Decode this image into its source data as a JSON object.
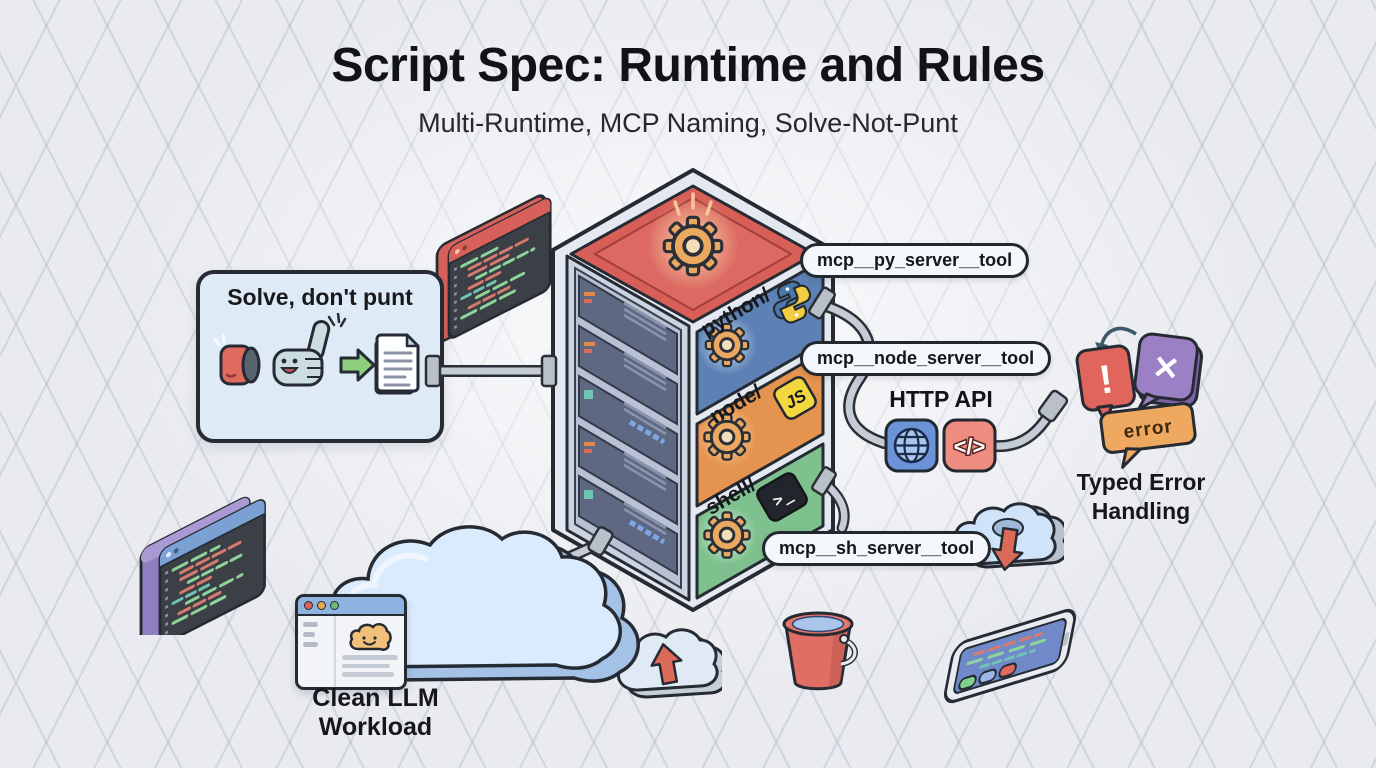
{
  "header": {
    "title": "Script Spec: Runtime and Rules",
    "subtitle": "Multi-Runtime, MCP Naming, Solve-Not-Punt"
  },
  "solve_box": {
    "label": "Solve, don't punt"
  },
  "server": {
    "layers": [
      {
        "name": "python/",
        "color": "#5d81b5",
        "icon": "python-logo"
      },
      {
        "name": "node/",
        "color": "#e59450",
        "badge": "JS"
      },
      {
        "name": "shell/",
        "color": "#7ec08e",
        "badge": ">_"
      }
    ],
    "top_color": "#d75f58",
    "gear_color": "#eaa861"
  },
  "mcp_labels": {
    "py": "mcp__py_server__tool",
    "node": "mcp__node_server__tool",
    "sh": "mcp__sh_server__tool"
  },
  "http_api": {
    "label": "HTTP API",
    "code_glyph": "</>"
  },
  "error_handling": {
    "label": "Typed Error Handling",
    "exclaim": "!",
    "cross": "✕",
    "bubble": "error"
  },
  "clean_llm": {
    "label": "Clean LLM Workload"
  },
  "palette": {
    "cable": "#c6ccd5",
    "cloud": "#d9ebfc",
    "pill_bg": "#f4f7fb",
    "bg": "#e9ebf0"
  }
}
